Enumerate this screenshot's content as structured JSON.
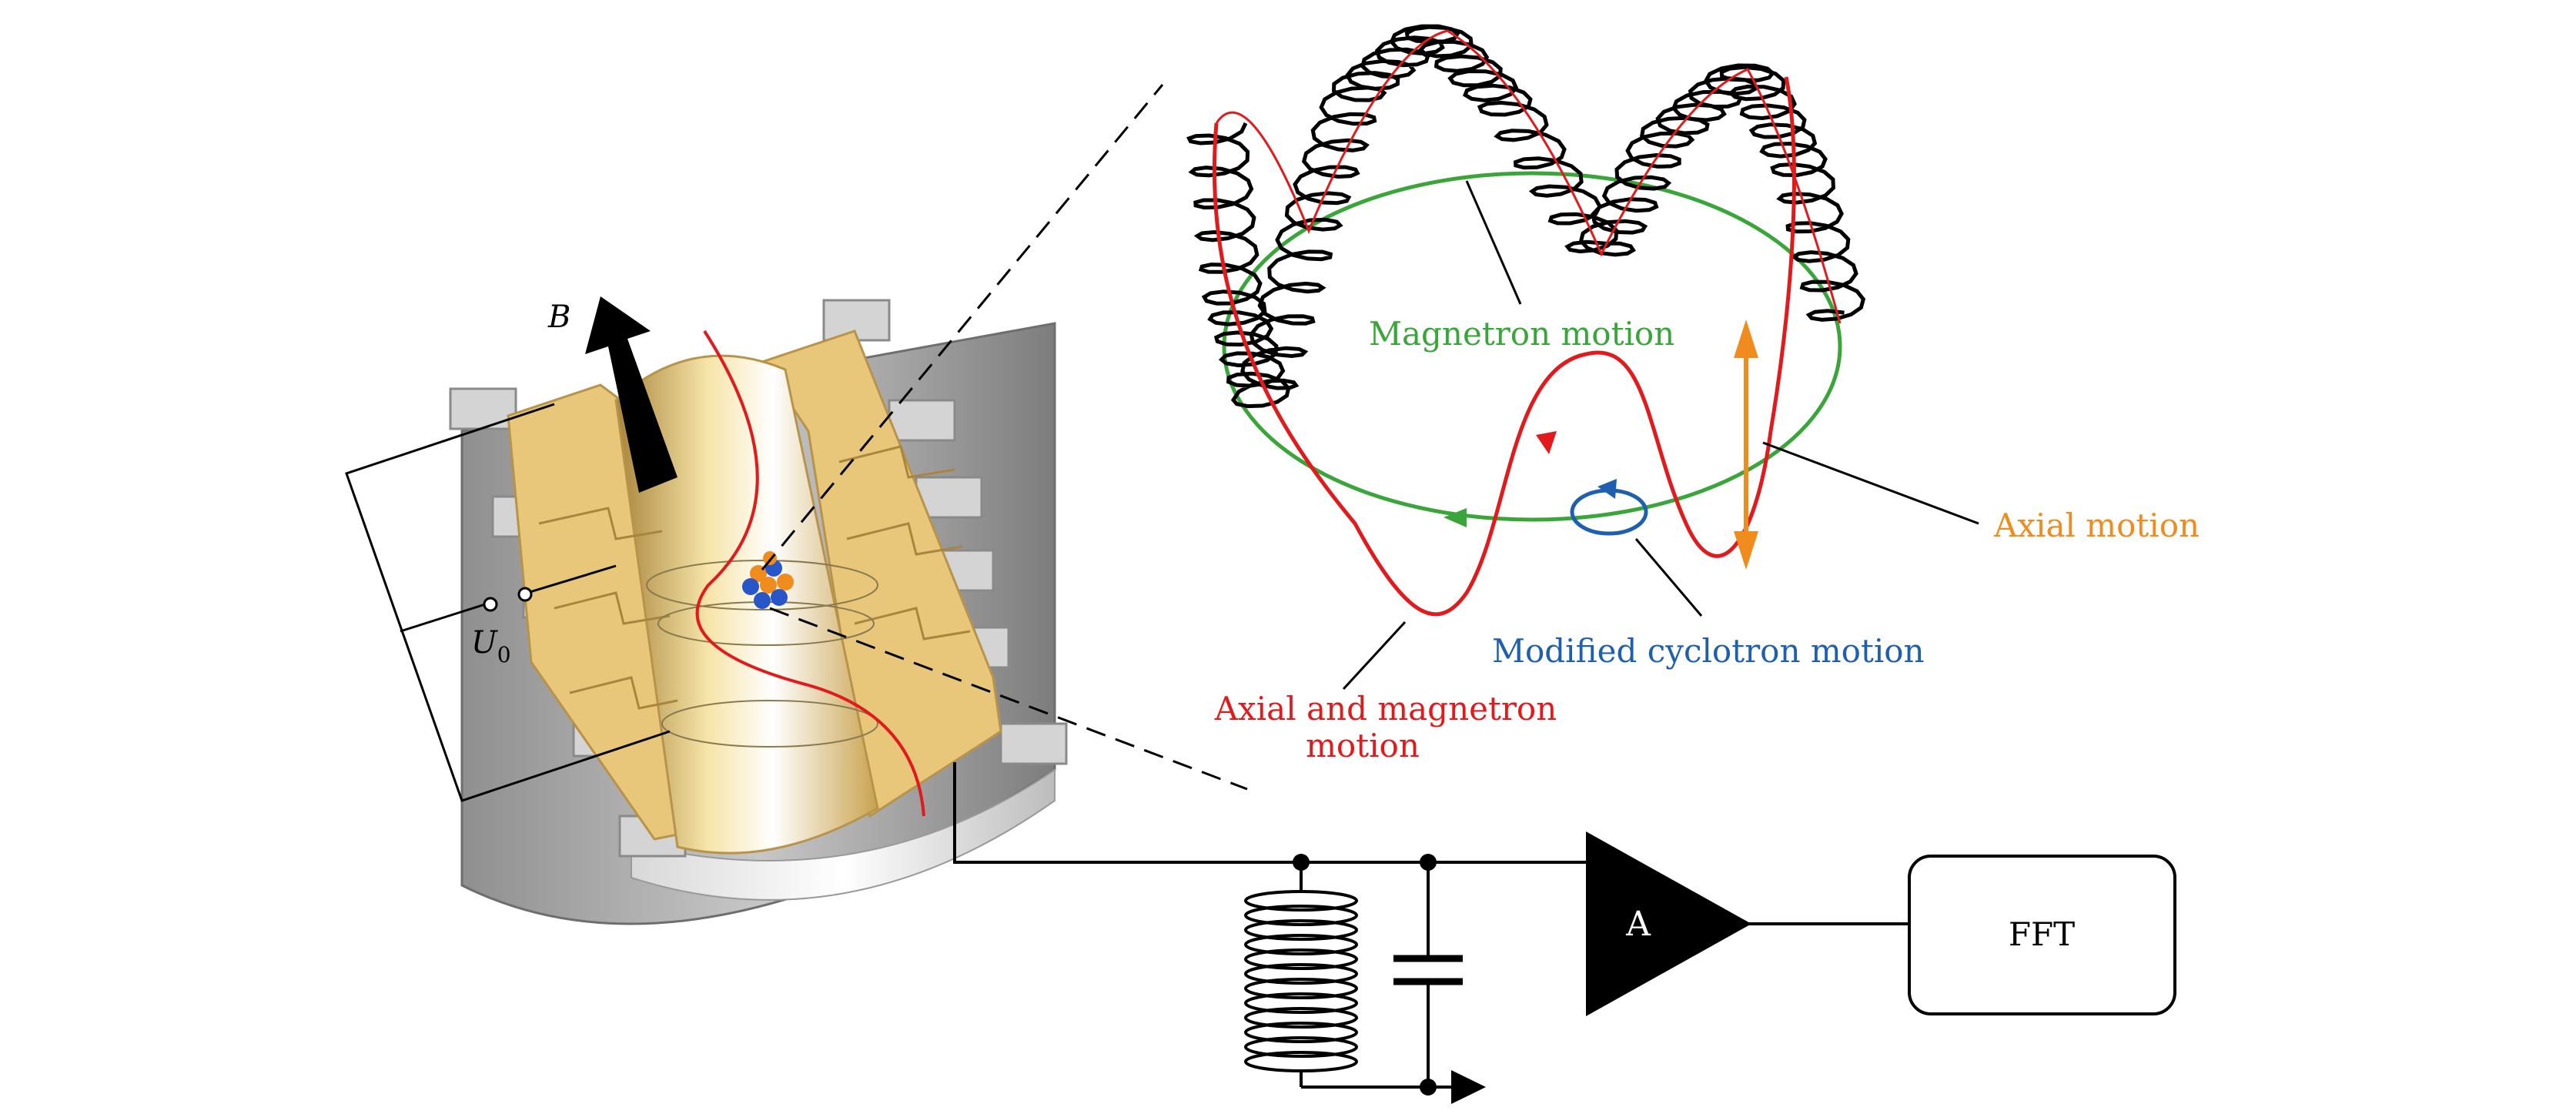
{
  "labels": {
    "b_field": "B",
    "voltage_main": "U",
    "voltage_sub": "0",
    "magnetron": "Magnetron motion",
    "axial": "Axial motion",
    "cyclotron": "Modified cyclotron motion",
    "axial_magnetron_line1": "Axial and magnetron",
    "axial_magnetron_line2": "motion",
    "amplifier": "A",
    "fft": "FFT"
  },
  "colors": {
    "magnetron": "#3aa53a",
    "axial": "#f08c1e",
    "cyclotron": "#1f5fb0",
    "axial_magnetron": "#e31a1c",
    "electrode": "#e9c77a",
    "electrode_shadow": "#c9a24e",
    "mount_gray": "#9a9a9a"
  }
}
